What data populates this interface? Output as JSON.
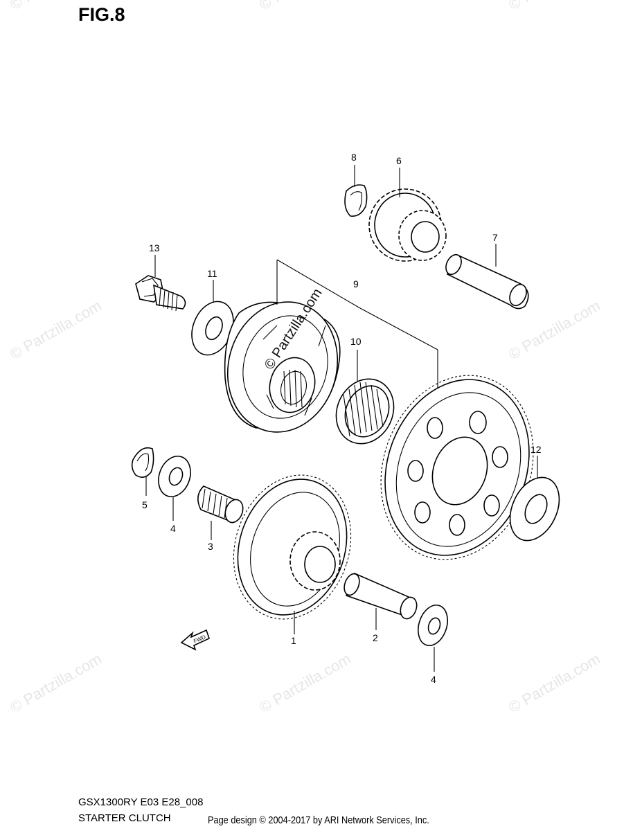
{
  "figure": {
    "title": "FIG.8",
    "model_code": "GSX1300RY E03 E28_008",
    "section_name": "STARTER CLUTCH",
    "copyright": "Page design © 2004-2017 by ARI Network Services, Inc."
  },
  "watermark": {
    "text": "© Partzilla.com",
    "center_text": "© Partzilla.com",
    "color": "#e6e6e6"
  },
  "fwd_label": "FWD",
  "callouts": [
    {
      "id": "c1",
      "label": "1"
    },
    {
      "id": "c2",
      "label": "2"
    },
    {
      "id": "c3",
      "label": "3"
    },
    {
      "id": "c4a",
      "label": "4"
    },
    {
      "id": "c4b",
      "label": "4"
    },
    {
      "id": "c5",
      "label": "5"
    },
    {
      "id": "c6",
      "label": "6"
    },
    {
      "id": "c7",
      "label": "7"
    },
    {
      "id": "c8",
      "label": "8"
    },
    {
      "id": "c9",
      "label": "9"
    },
    {
      "id": "c10",
      "label": "10"
    },
    {
      "id": "c11",
      "label": "11"
    },
    {
      "id": "c12",
      "label": "12"
    },
    {
      "id": "c13",
      "label": "13"
    }
  ]
}
